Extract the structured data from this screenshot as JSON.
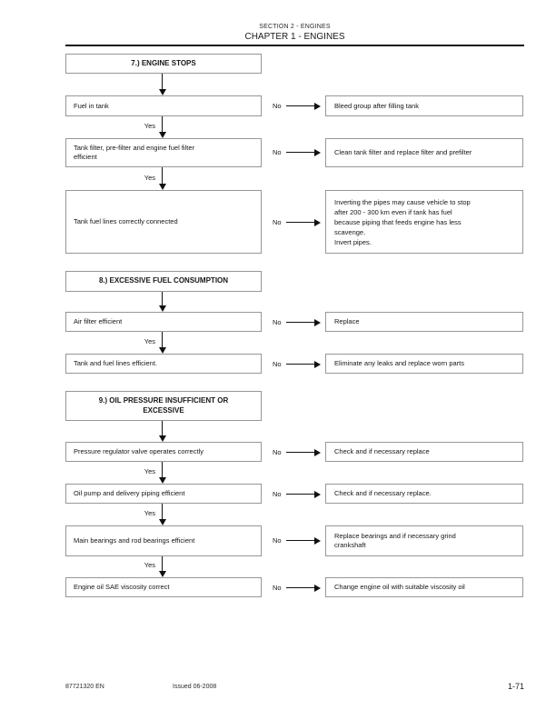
{
  "header": {
    "section_line": "SECTION 2 - ENGINES",
    "chapter_line": "CHAPTER 1 - ENGINES"
  },
  "labels": {
    "yes": "Yes",
    "no": "No"
  },
  "sections": [
    {
      "title": "7.) ENGINE STOPS",
      "rows": [
        {
          "condition": "Fuel in tank",
          "remedy": "Bleed group after filling tank"
        },
        {
          "condition": "Tank filter, pre-filter and engine fuel filter\nefficient",
          "remedy": "Clean tank filter and replace filter and prefilter"
        },
        {
          "condition": "Tank fuel lines correctly connected",
          "remedy": "Inverting the pipes may cause vehicle to stop\nafter 200 - 300 km even if tank has fuel\nbecause piping that feeds engine has less\nscavenge.\nInvert pipes."
        }
      ]
    },
    {
      "title": "8.) EXCESSIVE FUEL CONSUMPTION",
      "rows": [
        {
          "condition": "Air filter efficient",
          "remedy": "Replace"
        },
        {
          "condition": "Tank and fuel lines efficient.",
          "remedy": "Eliminate any leaks and replace worn parts"
        }
      ]
    },
    {
      "title": "9.) OIL PRESSURE INSUFFICIENT OR\nEXCESSIVE",
      "rows": [
        {
          "condition": "Pressure regulator valve operates correctly",
          "remedy": "Check and if necessary replace"
        },
        {
          "condition": "Oil pump and delivery piping efficient",
          "remedy": "Check and if necessary replace."
        },
        {
          "condition": "Main bearings and rod bearings efficient",
          "remedy": "Replace bearings and if necessary grind\ncrankshaft"
        },
        {
          "condition": "Engine oil SAE viscosity correct",
          "remedy": "Change engine oil with suitable viscosity oil"
        }
      ]
    }
  ],
  "footer": {
    "document_number": "87721320 EN",
    "issued": "Issued 06-2008",
    "page_number": "1-71"
  },
  "colors": {
    "box_border": "#979797",
    "text": "#1a1a1a",
    "rule": "#111111"
  }
}
